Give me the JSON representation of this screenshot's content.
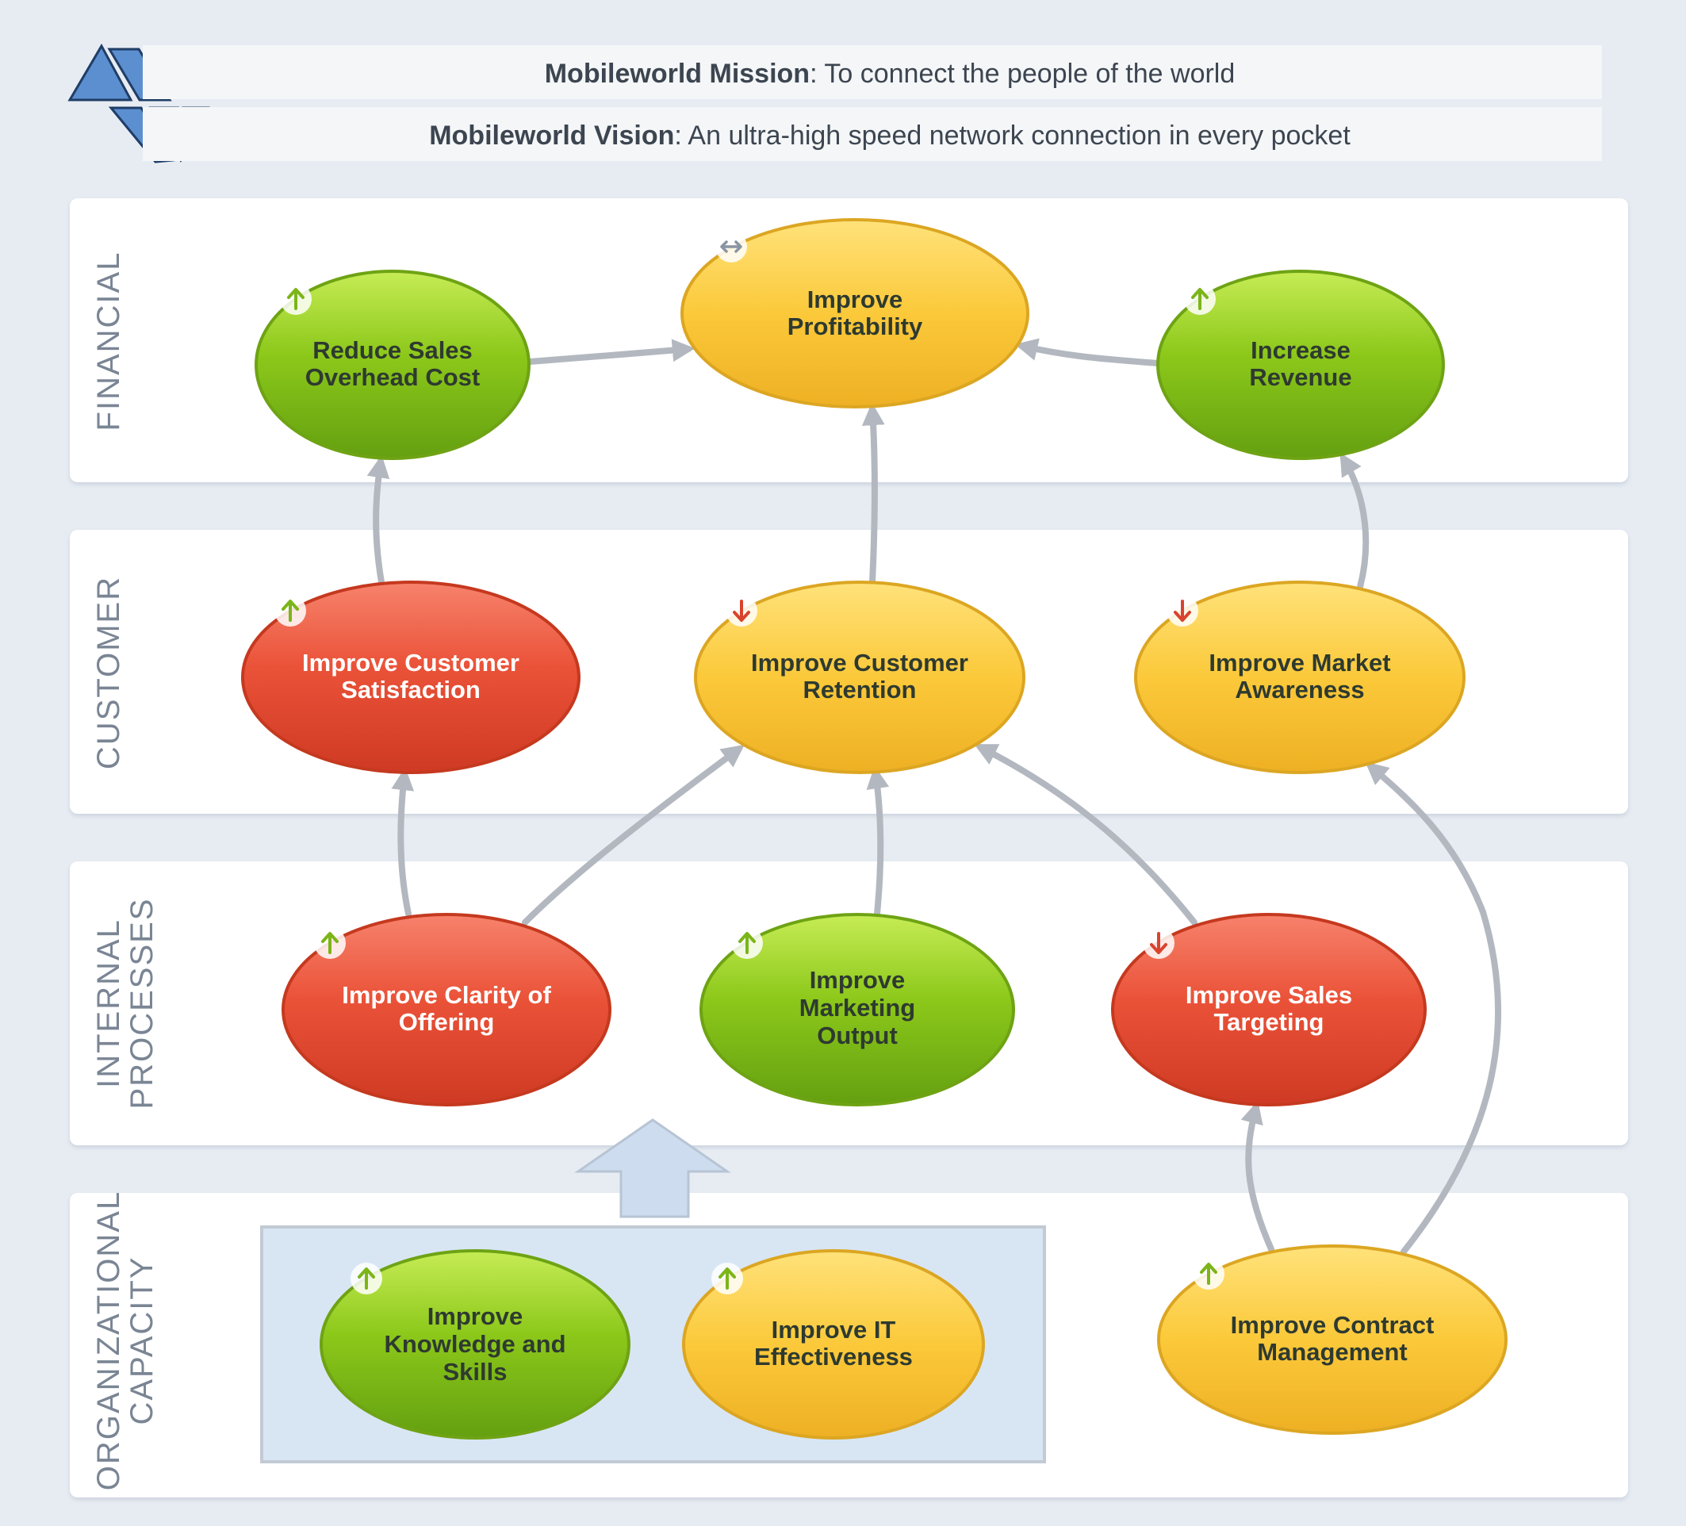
{
  "header": {
    "mission_label": "Mobileworld Mission",
    "mission_text": ": To connect the people of the world",
    "vision_label": "Mobileworld Vision",
    "vision_text": ": An ultra-high speed network connection in every pocket"
  },
  "bands": {
    "financial": "FINANCIAL",
    "customer": "CUSTOMER",
    "internal_line1": "INTERNAL",
    "internal_line2": "PROCESSES",
    "org_line1": "ORGANIZATIONAL",
    "org_line2": "CAPACITY"
  },
  "nodes": {
    "reduce_sales_overhead": {
      "line1": "Reduce Sales",
      "line2": "Overhead Cost",
      "status": "green",
      "trend": "up"
    },
    "improve_profitability": {
      "line1": "Improve",
      "line2": "Profitability",
      "status": "yellow",
      "trend": "flat"
    },
    "increase_revenue": {
      "line1": "Increase",
      "line2": "Revenue",
      "status": "green",
      "trend": "up"
    },
    "improve_customer_satisfaction": {
      "line1": "Improve Customer",
      "line2": "Satisfaction",
      "status": "red",
      "trend": "up"
    },
    "improve_customer_retention": {
      "line1": "Improve Customer",
      "line2": "Retention",
      "status": "yellow",
      "trend": "down"
    },
    "improve_market_awareness": {
      "line1": "Improve Market",
      "line2": "Awareness",
      "status": "yellow",
      "trend": "down"
    },
    "improve_clarity_of_offering": {
      "line1": "Improve Clarity of",
      "line2": "Offering",
      "status": "red",
      "trend": "up"
    },
    "improve_marketing_output": {
      "line1": "Improve",
      "line2": "Marketing",
      "line3": "Output",
      "status": "green",
      "trend": "up"
    },
    "improve_sales_targeting": {
      "line1": "Improve Sales",
      "line2": "Targeting",
      "status": "red",
      "trend": "down"
    },
    "improve_knowledge_and_skills": {
      "line1": "Improve",
      "line2": "Knowledge and",
      "line3": "Skills",
      "status": "green",
      "trend": "up"
    },
    "improve_it_effectiveness": {
      "line1": "Improve IT",
      "line2": "Effectiveness",
      "status": "yellow",
      "trend": "up"
    },
    "improve_contract_management": {
      "line1": "Improve Contract",
      "line2": "Management",
      "status": "yellow",
      "trend": "up"
    }
  },
  "colors": {
    "green": "#8cc21a",
    "yellow": "#f7c433",
    "red": "#e8503a",
    "trend_up": "#7cb518",
    "trend_down": "#d9432e",
    "trend_flat": "#8a94a3"
  }
}
